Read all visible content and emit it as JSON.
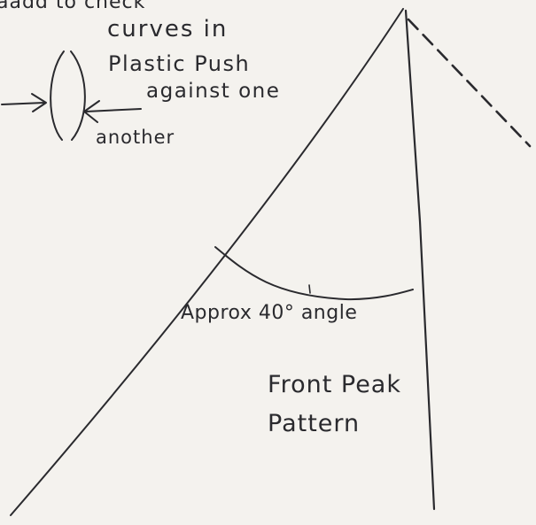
{
  "annotations": {
    "top_partial": "aadd to check",
    "curves_line1": "curves in",
    "curves_line2": "Plastic Push",
    "curves_line3": "against one",
    "curves_line4": "another",
    "angle": "Approx 40° angle",
    "pattern_line1": "Front Peak",
    "pattern_line2": "Pattern"
  },
  "colors": {
    "paper": "#f4f2ee",
    "ink": "#2a2a2e"
  }
}
